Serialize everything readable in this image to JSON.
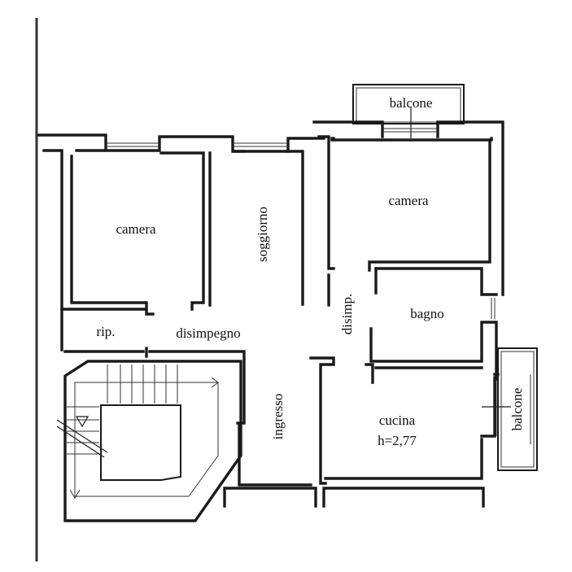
{
  "plan": {
    "rooms": {
      "balcone_top": "balcone",
      "camera_left": "camera",
      "soggiorno": "soggiorno",
      "camera_right": "camera",
      "disimp": "disimp.",
      "bagno": "bagno",
      "rip": "rip.",
      "disimpegno": "disimpegno",
      "ingresso": "ingresso",
      "cucina": "cucina",
      "height": "h=2,77",
      "balcone_right": "balcone"
    }
  },
  "colors": {
    "ink": "#1a1a1a",
    "paper": "#ffffff"
  }
}
